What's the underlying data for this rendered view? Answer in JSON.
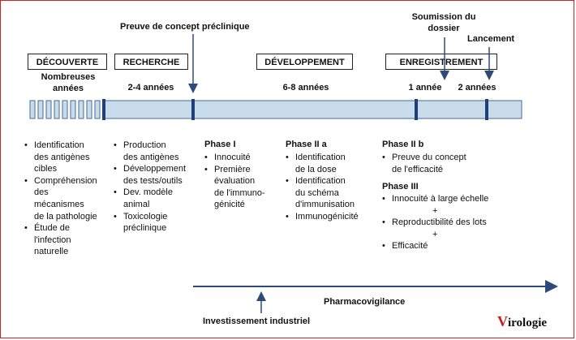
{
  "milestones": {
    "preclinical_proof": "Preuve de concept préclinique",
    "submission": "Soumission du\ndossier",
    "launch": "Lancement"
  },
  "phases": [
    {
      "label": "DÉCOUVERTE",
      "duration": "Nombreuses\nannées"
    },
    {
      "label": "RECHERCHE",
      "duration": "2-4 années"
    },
    {
      "label": "DÉVELOPPEMENT",
      "duration": "6-8 années"
    },
    {
      "label": "ENREGISTREMENT",
      "duration": "1 année"
    }
  ],
  "post_registration_duration": "2 années",
  "columns": {
    "discovery": [
      "Identification\ndes antigènes\ncibles",
      "Compréhension\ndes\nmécanismes\nde la pathologie",
      "Étude de\nl'infection\nnaturelle"
    ],
    "research": [
      "Production\ndes antigènes",
      "Développement\ndes tests/outils",
      "Dev. modèle\nanimal",
      "Toxicologie\npréclinique"
    ],
    "phase1": {
      "title": "Phase I",
      "items": [
        "Innocuité",
        "Première\névaluation\nde l'immuno-\ngénicité"
      ]
    },
    "phase2a": {
      "title": "Phase II a",
      "items": [
        "Identification\nde la dose",
        "Identification\ndu schéma\nd'immunisation",
        "Immunogénicité"
      ]
    },
    "phase2b": {
      "title": "Phase II b",
      "items": [
        "Preuve du concept\nde l'efficacité"
      ]
    },
    "phase3": {
      "title": "Phase III",
      "items": [
        "Innocuité à large échelle",
        "Reproductibilité des lots",
        "Efficacité"
      ],
      "plus": "+"
    }
  },
  "pharmacovigilance": "Pharmacovigilance",
  "industrial_investment": "Investissement industriel",
  "logo": {
    "initial": "V",
    "rest": "irologie"
  },
  "colors": {
    "bar_fill": "#c9dceb",
    "bar_stroke": "#4a6a91",
    "marker": "#1f3f78",
    "arrow": "#2d4a7a",
    "border": "#d21f1f"
  }
}
